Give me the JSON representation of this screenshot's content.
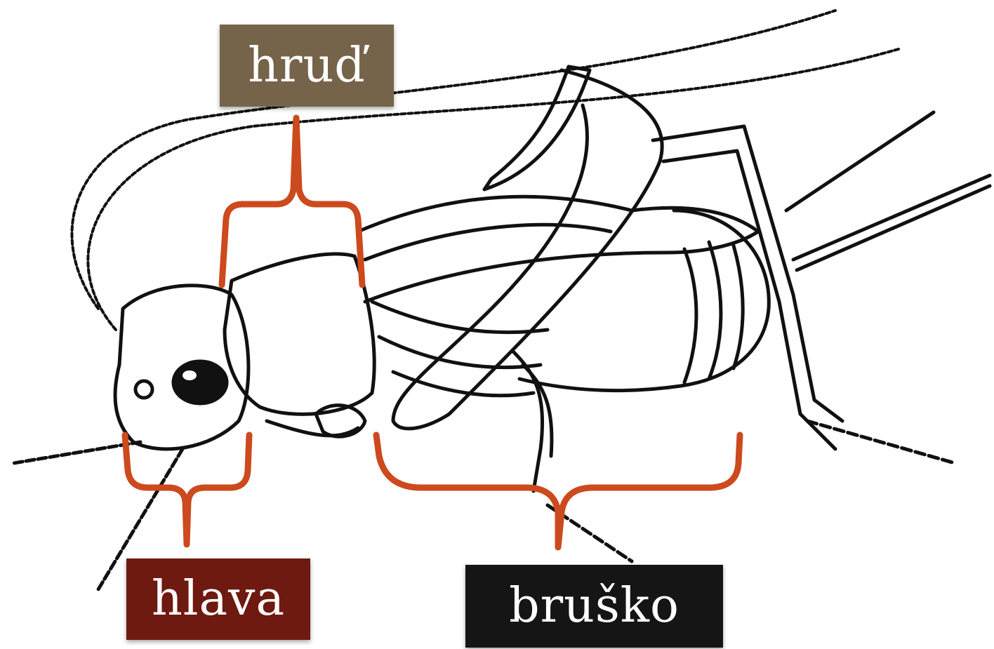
{
  "labels": {
    "thorax": {
      "text": "hruď",
      "color": "#76644a"
    },
    "head": {
      "text": "hlava",
      "color": "#6e1a10"
    },
    "abdomen": {
      "text": "bruško",
      "color": "#151515"
    }
  },
  "colors": {
    "bracket": "#cc4a1e",
    "outline": "#111111"
  }
}
